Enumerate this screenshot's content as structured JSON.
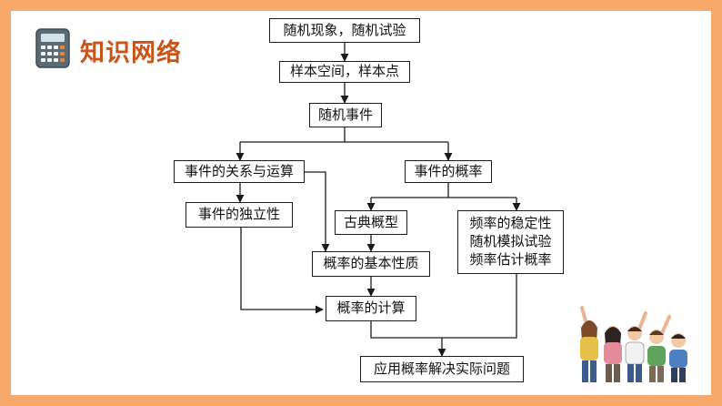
{
  "heading": {
    "title": "知识网络",
    "icon": "calculator-icon"
  },
  "colors": {
    "frame": "#F7A86B",
    "title": "#C8541A",
    "line": "#1a1a1a"
  },
  "nodes": {
    "random_phenomena": "随机现象，随机试验",
    "sample_space": "样本空间，样本点",
    "random_events": "随机事件",
    "event_relations": "事件的关系与运算",
    "event_probability": "事件的概率",
    "independence": "事件的独立性",
    "classical_model": "古典概型",
    "frequency_stability": "频率的稳定性\n随机模拟试验\n频率估计概率",
    "basic_properties": "概率的基本性质",
    "probability_calculation": "概率的计算",
    "applications": "应用概率解决实际问题"
  }
}
